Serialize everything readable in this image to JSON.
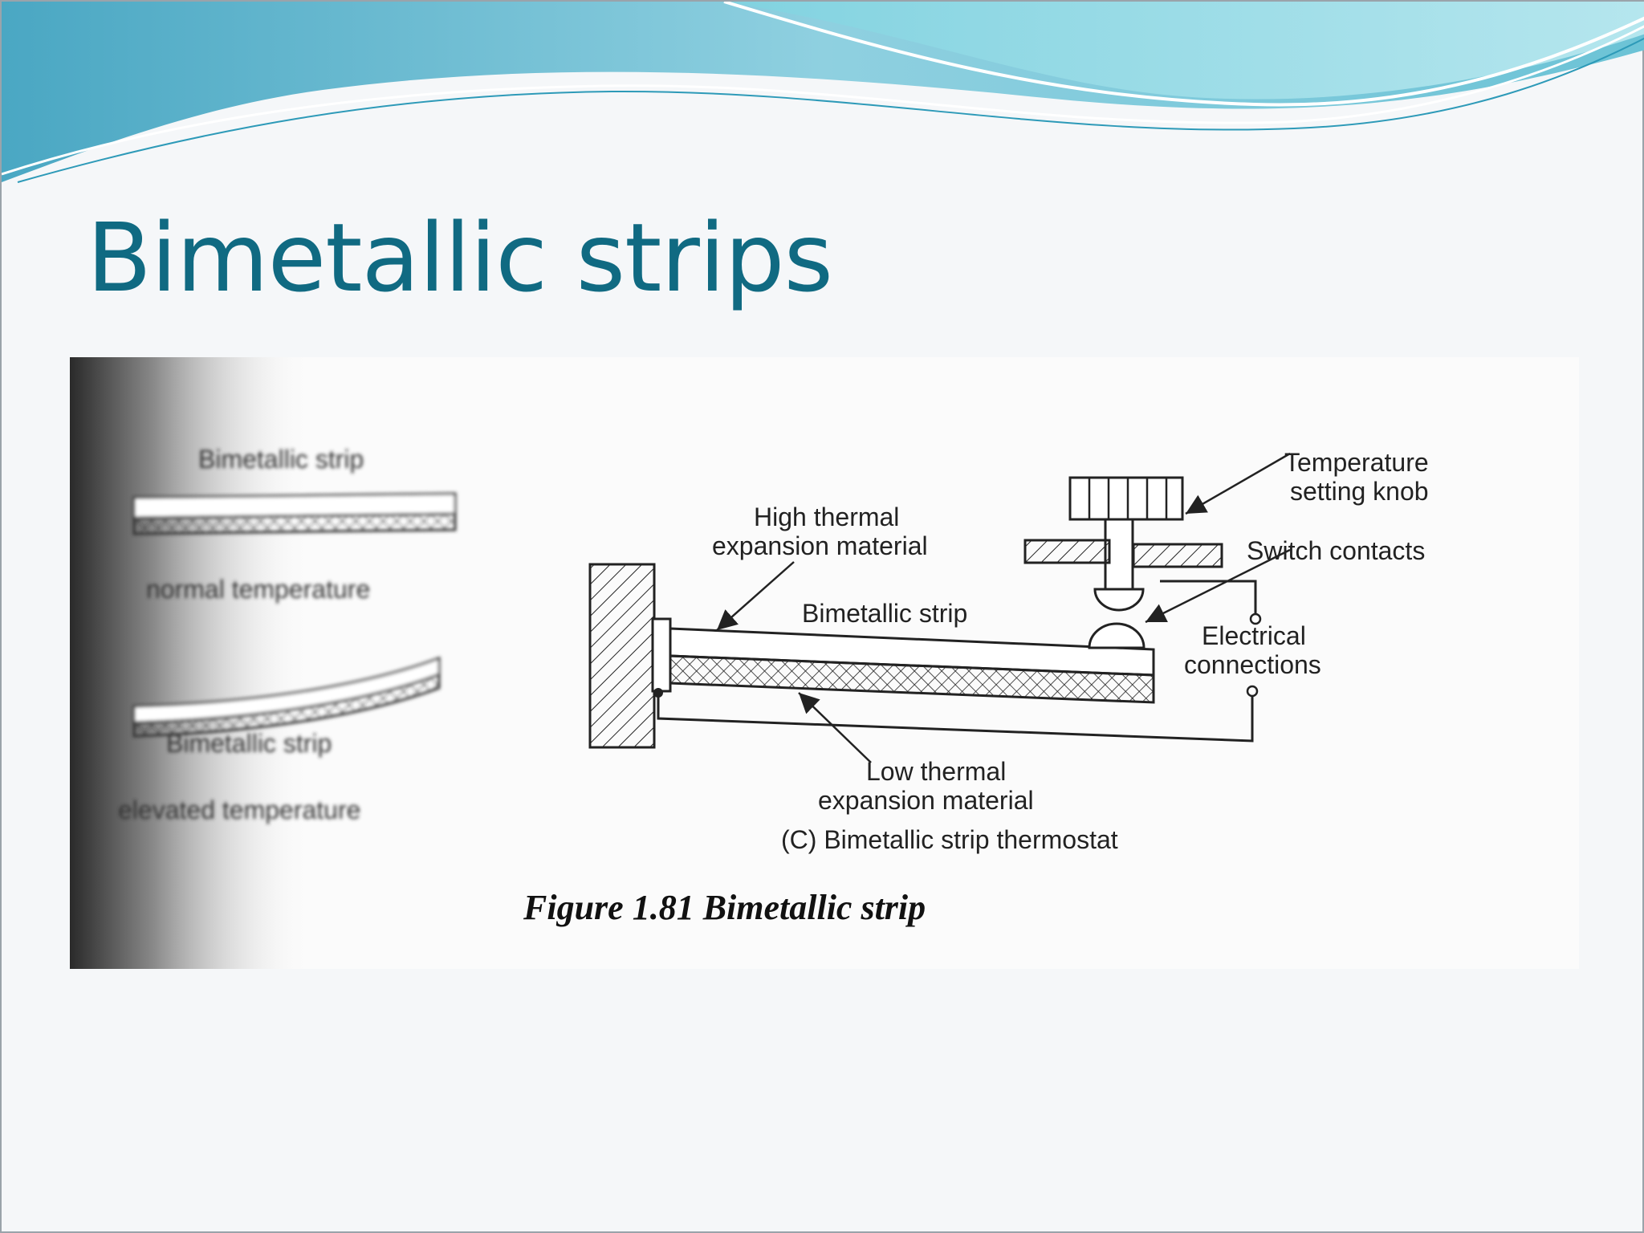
{
  "slide": {
    "title": "Bimetallic strips"
  },
  "figure": {
    "left_panel": {
      "label_strip_top": "Bimetallic strip",
      "label_normal": "normal temperature",
      "label_strip_bottom": "Bimetallic strip",
      "label_elevated": "elevated temperature"
    },
    "thermostat": {
      "label_temperature_knob_1": "Temperature",
      "label_temperature_knob_2": "setting knob",
      "label_high_thermal_1": "High thermal",
      "label_high_thermal_2": "expansion material",
      "label_switch_contacts": "Switch contacts",
      "label_bimetallic_strip": "Bimetallic strip",
      "label_electrical_1": "Electrical",
      "label_electrical_2": "connections",
      "label_low_thermal_1": "Low thermal",
      "label_low_thermal_2": "expansion material",
      "sub_caption": "(C) Bimetallic strip thermostat"
    },
    "caption": "Figure 1.81 Bimetallic strip"
  },
  "colors": {
    "title": "#106a82",
    "wave_dark": "#5fb8cf",
    "wave_light": "#a9e0ea"
  }
}
